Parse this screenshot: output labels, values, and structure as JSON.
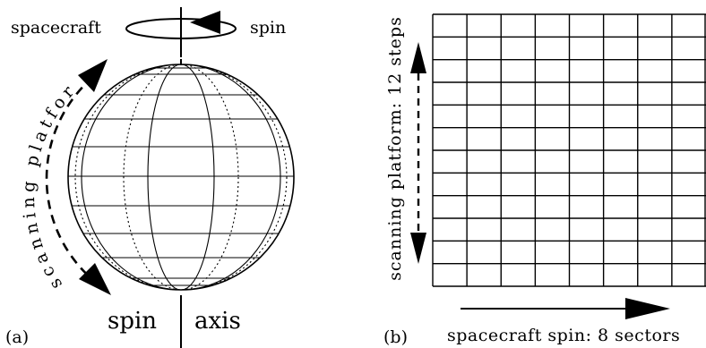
{
  "panel_a": {
    "label": "(a)",
    "spacecraft_label": "spacecraft",
    "spin_label": "spin",
    "axis_spin_label": "spin",
    "axis_label": "axis",
    "arc_label": "scanning platform"
  },
  "panel_b": {
    "label": "(b)",
    "x_caption": "spacecraft spin: 8 sectors",
    "y_caption": "scanning platform: 12 steps",
    "grid": {
      "columns": 8,
      "rows": 12
    }
  },
  "colors": {
    "ink": "#000000",
    "background": "#ffffff"
  }
}
